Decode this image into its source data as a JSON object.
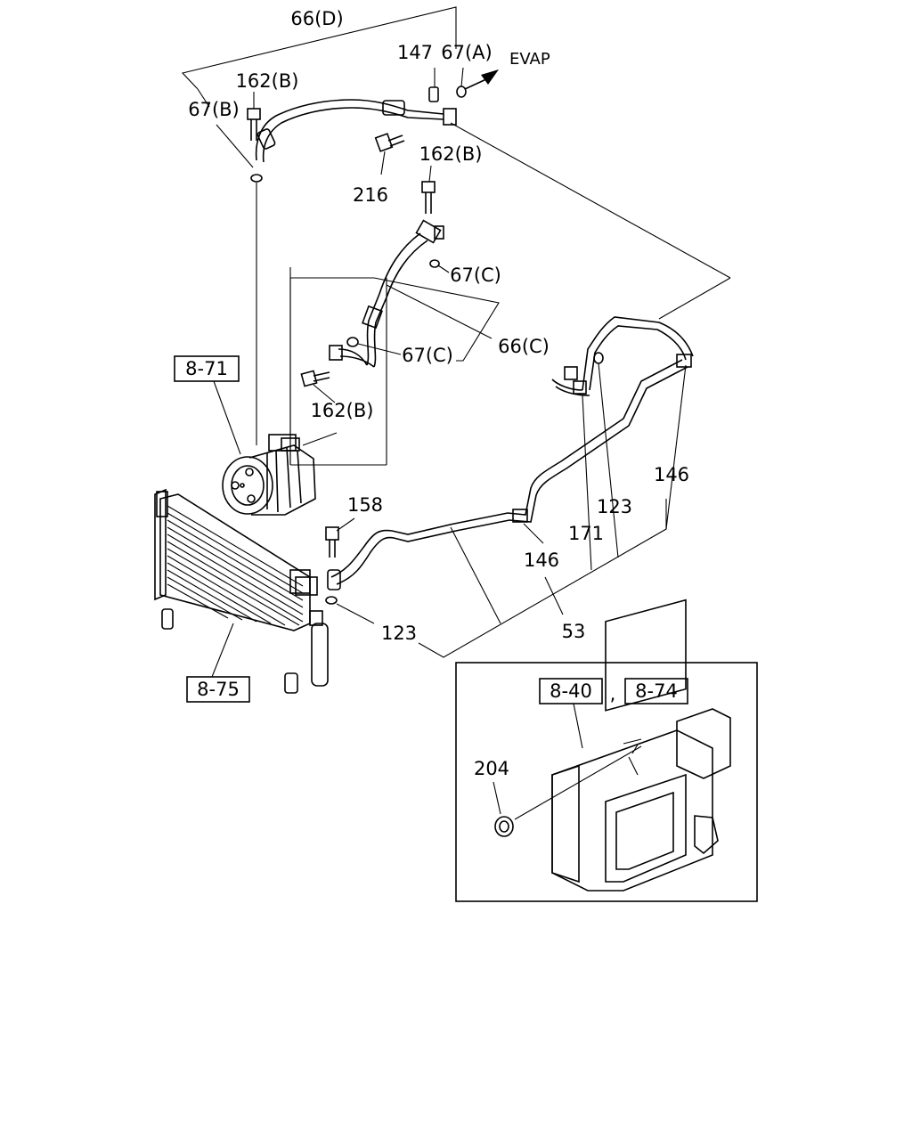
{
  "callouts": {
    "c66d": "66(D)",
    "c147": "147",
    "c67a": "67(A)",
    "evap": "EVAP",
    "c162b_top": "162(B)",
    "c67b": "67(B)",
    "c216": "216",
    "c162b_mid": "162(B)",
    "c67c_upper": "67(C)",
    "c66c": "66(C)",
    "c67c_lower": "67(C)",
    "c162b_low": "162(B)",
    "c146_right": "146",
    "c123_right": "123",
    "c171": "171",
    "c158": "158",
    "c146_mid": "146",
    "c53": "53",
    "c123_left": "123",
    "c204": "204"
  },
  "refs": {
    "r871": "8-71",
    "r875": "8-75",
    "r840": "8-40",
    "r874": "8-74",
    "sep": ","
  }
}
